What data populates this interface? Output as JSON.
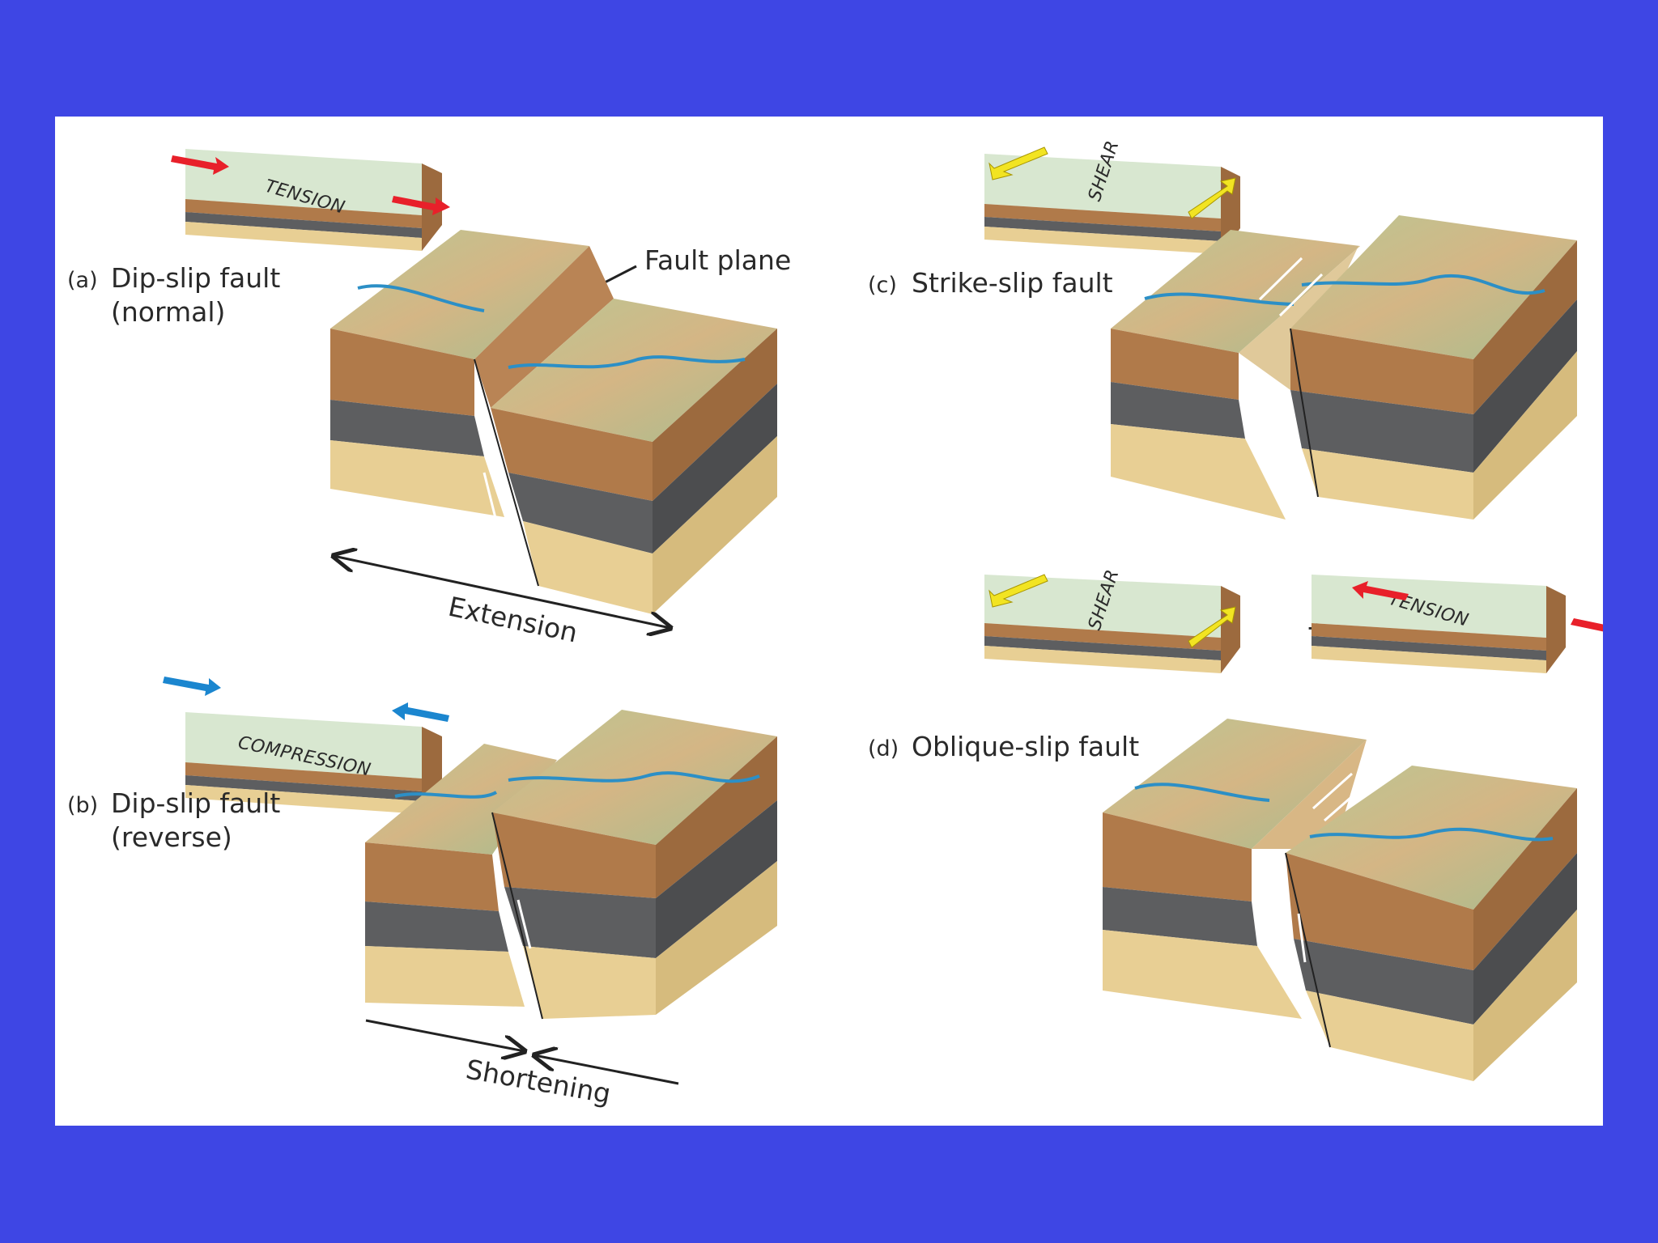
{
  "background_color": "#3e46e4",
  "colors": {
    "surface_light": "#d8e7d0",
    "soil_brown": "#b07a4a",
    "rock_gray": "#5d5e60",
    "sand_tan": "#e8cf94",
    "river_blue": "#2c8fc6",
    "tension_arrow": "#e8202a",
    "compression_arrow": "#1b86cf",
    "shear_arrow": "#f2e422"
  },
  "panels": {
    "a": {
      "letter": "(a)",
      "title_line1": "Dip-slip fault",
      "title_line2": "(normal)",
      "stress_label": "TENSION",
      "fault_plane_label": "Fault plane",
      "motion_label": "Extension"
    },
    "b": {
      "letter": "(b)",
      "title_line1": "Dip-slip fault",
      "title_line2": "(reverse)",
      "stress_label": "COMPRESSION",
      "motion_label": "Shortening"
    },
    "c": {
      "letter": "(c)",
      "title": "Strike-slip fault",
      "stress_label": "SHEAR"
    },
    "d": {
      "letter": "(d)",
      "title": "Oblique-slip fault",
      "stress_label_1": "SHEAR",
      "plus": "+",
      "stress_label_2": "TENSION"
    }
  }
}
